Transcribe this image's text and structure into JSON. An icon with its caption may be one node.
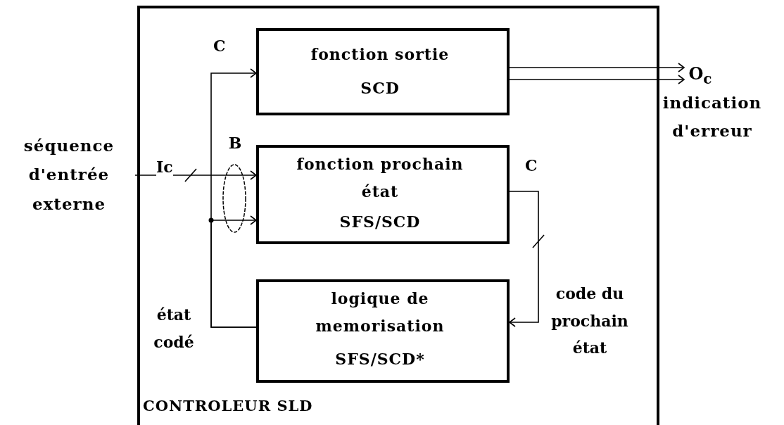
{
  "diagram": {
    "nodes": [
      {
        "text": [
          "CONTROLEUR SLD"
        ]
      },
      {
        "text": [
          "fonction sortie",
          "SCD"
        ],
        "in": 0
      },
      {
        "text": [
          "fonction prochain état",
          "SFS/SCD"
        ],
        "in": 0
      },
      {
        "text": [
          "logique de memorisation",
          "SFS/SCD*"
        ],
        "in": 0
      },
      {
        "text": [
          "séquence d'entrée externe"
        ]
      },
      {
        "text": [
          "O$_{c}$"
        ],
        "beside": [
          "indication d'erreur"
        ]
      }
    ],
    "edges": [
      {
        "from": 4,
        "to": 2,
        "arrow": "to",
        "label": "Ic"
      },
      {
        "from": 3,
        "to": 1,
        "arrow": "to",
        "label": "C"
      },
      {
        "from": 3,
        "to": 2,
        "arrow": "to"
      },
      {
        "from": 2,
        "to": 3,
        "arrow": "to",
        "label": "C"
      },
      {
        "from": 1,
        "to": 5,
        "arrow": "to"
      },
      {
        "from": 1,
        "to": 5,
        "arrow": "to"
      }
    ],
    "labels": [
      "B",
      "état codé",
      "code du prochain état"
    ]
  }
}
